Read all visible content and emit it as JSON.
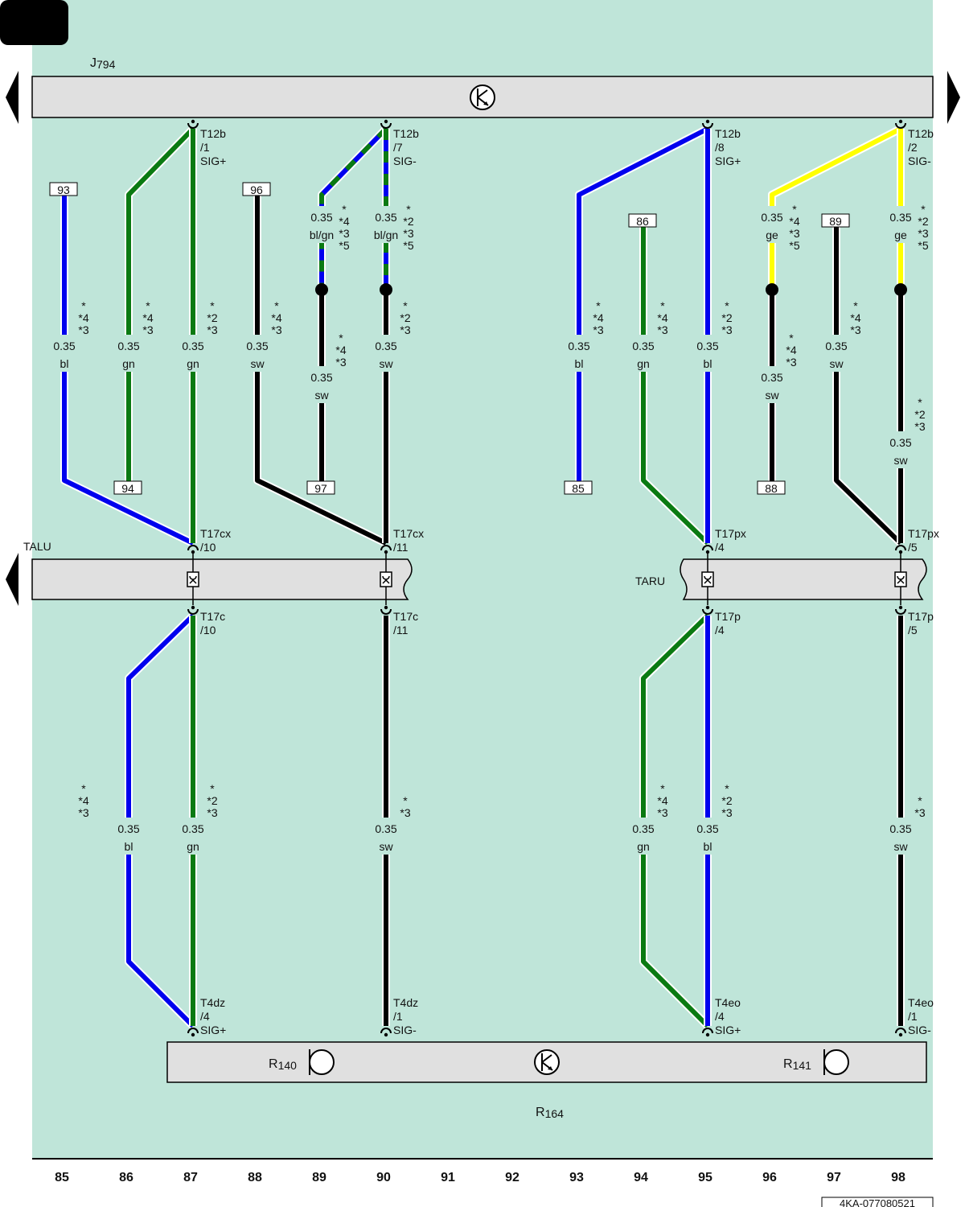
{
  "corner_code": "4KA-077080521",
  "columns": [
    "85",
    "86",
    "87",
    "88",
    "89",
    "90",
    "91",
    "92",
    "93",
    "94",
    "95",
    "96",
    "97",
    "98"
  ],
  "components": {
    "j794": {
      "base": "J",
      "sub": "794"
    },
    "talu": "TALU",
    "taru": "TARU",
    "r140": {
      "base": "R",
      "sub": "140"
    },
    "r141": {
      "base": "R",
      "sub": "141"
    },
    "r164": {
      "base": "R",
      "sub": "164"
    }
  },
  "refs": [
    "93",
    "96",
    "86",
    "89",
    "94",
    "97",
    "85",
    "88"
  ],
  "connectors": {
    "t12b_1": [
      "T12b",
      "/1",
      "SIG+"
    ],
    "t12b_7": [
      "T12b",
      "/7",
      "SIG-"
    ],
    "t12b_8": [
      "T12b",
      "/8",
      "SIG+"
    ],
    "t12b_2": [
      "T12b",
      "/2",
      "SIG-"
    ],
    "t17cx_10": [
      "T17cx",
      "/10"
    ],
    "t17cx_11": [
      "T17cx",
      "/11"
    ],
    "t17px_4": [
      "T17px",
      "/4"
    ],
    "t17px_5": [
      "T17px",
      "/5"
    ],
    "t17c_10": [
      "T17c",
      "/10"
    ],
    "t17c_11": [
      "T17c",
      "/11"
    ],
    "t17p_4": [
      "T17p",
      "/4"
    ],
    "t17p_5": [
      "T17p",
      "/5"
    ],
    "t4dz_4": [
      "T4dz",
      "/4",
      "SIG+"
    ],
    "t4dz_1": [
      "T4dz",
      "/1",
      "SIG-"
    ],
    "t4eo_4": [
      "T4eo",
      "/4",
      "SIG+"
    ],
    "t4eo_1": [
      "T4eo",
      "/1",
      "SIG-"
    ]
  },
  "wire_labels": [
    {
      "size": "0.35",
      "color": "bl",
      "notes": [
        "*",
        "*4",
        "*3"
      ]
    },
    {
      "size": "0.35",
      "color": "gn",
      "notes": [
        "*",
        "*4",
        "*3"
      ]
    },
    {
      "size": "0.35",
      "color": "gn",
      "notes": [
        "*",
        "*2",
        "*3"
      ]
    },
    {
      "size": "0.35",
      "color": "sw",
      "notes": [
        "*",
        "*4",
        "*3"
      ]
    },
    {
      "size": "0.35",
      "color": "bl/gn",
      "notes": [
        "*",
        "*4",
        "*3",
        "*5"
      ]
    },
    {
      "size": "0.35",
      "color": "sw",
      "notes": [
        "*",
        "*4",
        "*3"
      ]
    },
    {
      "size": "0.35",
      "color": "bl/gn",
      "notes": [
        "*",
        "*2",
        "*3",
        "*5"
      ]
    },
    {
      "size": "0.35",
      "color": "sw",
      "notes": [
        "*",
        "*2",
        "*3"
      ]
    },
    {
      "size": "0.35",
      "color": "bl",
      "notes": [
        "*",
        "*4",
        "*3"
      ]
    },
    {
      "size": "0.35",
      "color": "gn",
      "notes": [
        "*",
        "*4",
        "*3"
      ]
    },
    {
      "size": "0.35",
      "color": "bl",
      "notes": [
        "*",
        "*2",
        "*3"
      ]
    },
    {
      "size": "0.35",
      "color": "ge",
      "notes": [
        "*",
        "*4",
        "*3",
        "*5"
      ]
    },
    {
      "size": "0.35",
      "color": "sw",
      "notes": [
        "*",
        "*4",
        "*3"
      ]
    },
    {
      "size": "0.35",
      "color": "sw",
      "notes": [
        "*",
        "*4",
        "*3"
      ]
    },
    {
      "size": "0.35",
      "color": "ge",
      "notes": [
        "*",
        "*2",
        "*3",
        "*5"
      ]
    },
    {
      "size": "0.35",
      "color": "sw",
      "notes": [
        "*",
        "*2",
        "*3"
      ]
    },
    {
      "size": "0.35",
      "color": "bl",
      "notes": []
    },
    {
      "size": "0.35",
      "color": "gn",
      "notes": [
        "*",
        "*2",
        "*3"
      ]
    },
    {
      "size": "0.35",
      "color": "sw",
      "notes": [
        "*",
        "*3"
      ]
    },
    {
      "size": "0.35",
      "color": "gn",
      "notes": [
        "*",
        "*4",
        "*3"
      ]
    },
    {
      "size": "0.35",
      "color": "bl",
      "notes": [
        "*",
        "*2",
        "*3"
      ]
    },
    {
      "size": "0.35",
      "color": "sw",
      "notes": [
        "*",
        "*3"
      ]
    }
  ],
  "floating_notes": [
    {
      "notes": [
        "*",
        "*4",
        "*3"
      ]
    }
  ],
  "colors": {
    "background": "#bfe5d9",
    "panel": "#e0e0e0",
    "bl": "#0000ee",
    "gn": "#0a7a12",
    "sw": "#000000",
    "ge": "#ffff00"
  }
}
